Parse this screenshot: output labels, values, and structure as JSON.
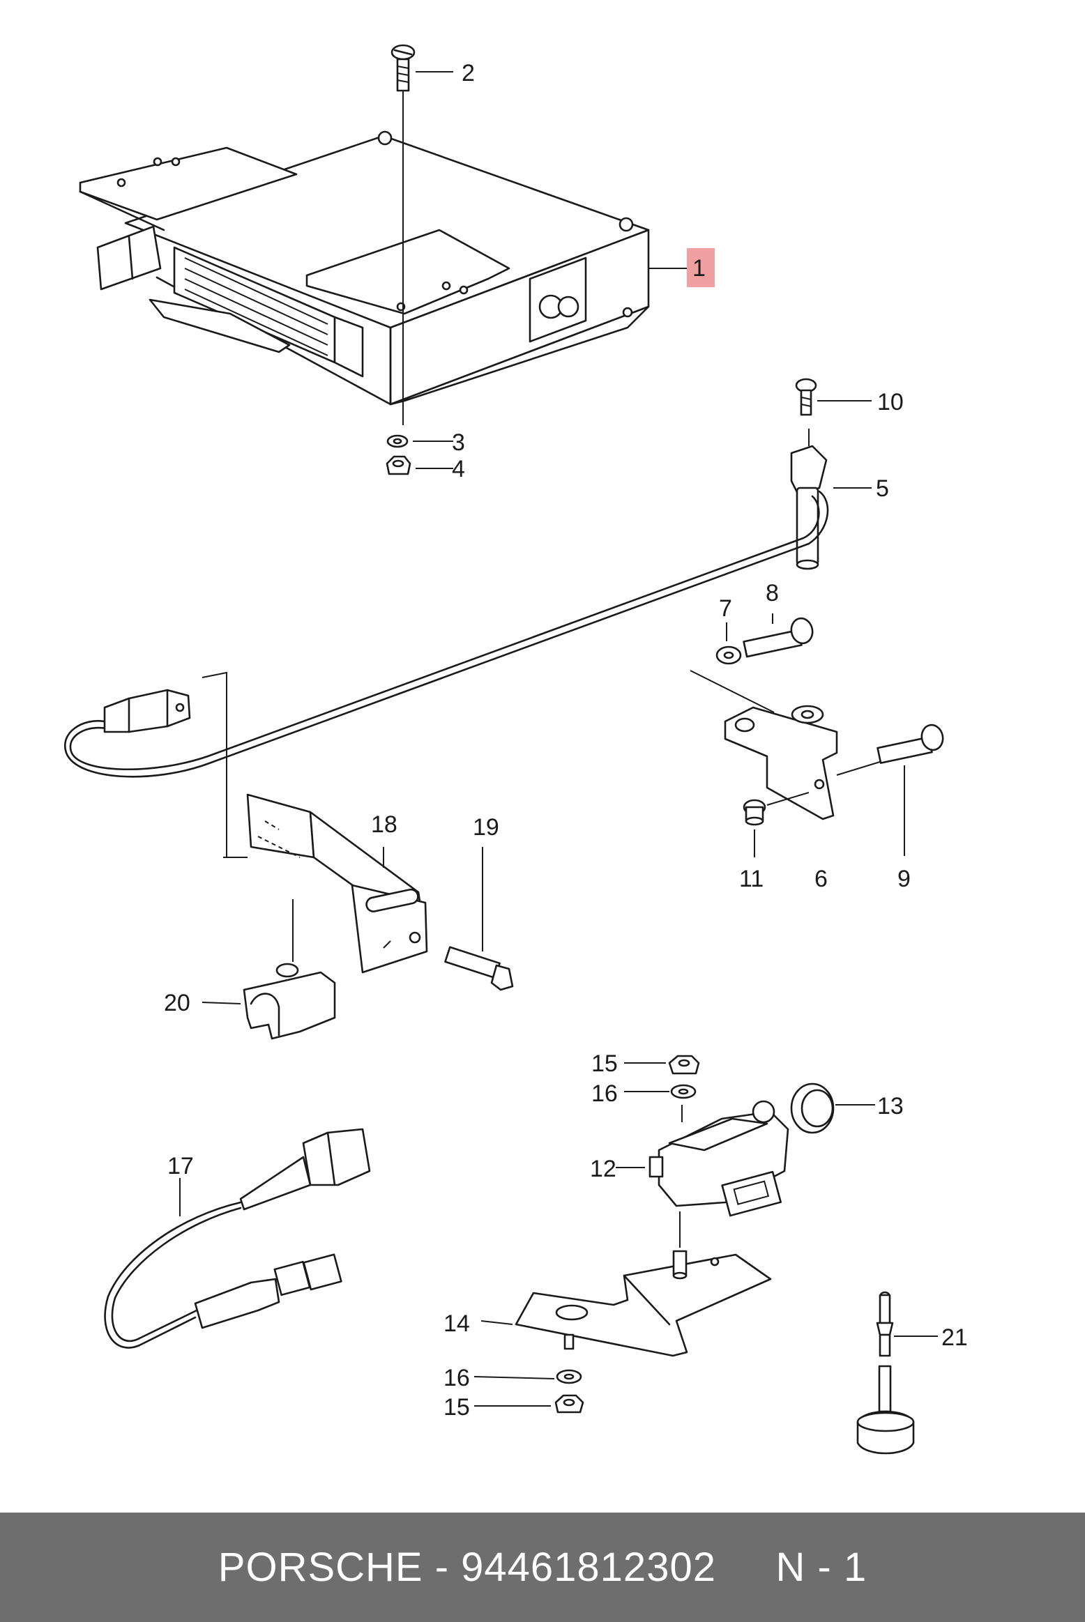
{
  "diagram": {
    "highlight_color": "#f0a0a0",
    "callouts": {
      "c1": "1",
      "c2": "2",
      "c3": "3",
      "c4": "4",
      "c5": "5",
      "c6": "6",
      "c7": "7",
      "c8": "8",
      "c9": "9",
      "c10": "10",
      "c11": "11",
      "c12": "12",
      "c13": "13",
      "c14": "14",
      "c15a": "15",
      "c15b": "15",
      "c16a": "16",
      "c16b": "16",
      "c17": "17",
      "c18": "18",
      "c19": "19",
      "c20": "20",
      "c21": "21"
    },
    "parts": [
      {
        "id": "control-unit",
        "icon": "ecu-box-icon"
      },
      {
        "id": "screw",
        "icon": "screw-icon"
      },
      {
        "id": "washer",
        "icon": "washer-icon"
      },
      {
        "id": "nut",
        "icon": "nut-icon"
      },
      {
        "id": "speed-sensor",
        "icon": "sensor-icon"
      },
      {
        "id": "bracket",
        "icon": "bracket-icon"
      },
      {
        "id": "pressure-sensor",
        "icon": "pressure-sensor-icon"
      },
      {
        "id": "ring",
        "icon": "ring-icon"
      },
      {
        "id": "mounting-plate",
        "icon": "plate-icon"
      },
      {
        "id": "oxygen-sensor-cable",
        "icon": "cable-icon"
      },
      {
        "id": "holder",
        "icon": "holder-icon"
      },
      {
        "id": "clip",
        "icon": "clip-icon"
      },
      {
        "id": "buffer",
        "icon": "buffer-icon"
      }
    ]
  },
  "footer": {
    "text": "PORSCHE - 94461812302     N - 1",
    "background": "#6e6e6e"
  }
}
